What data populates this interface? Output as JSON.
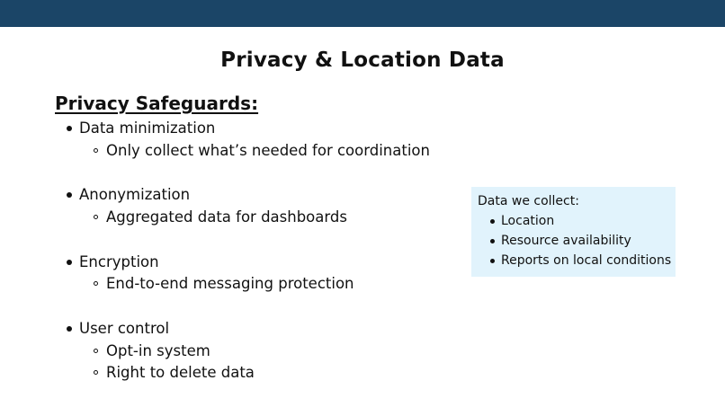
{
  "title": "Privacy & Location Data",
  "safeguards": {
    "heading": "Privacy Safeguards:",
    "groups": [
      {
        "label": "Data minimization",
        "subitems": [
          "Only collect what’s needed for coordination"
        ]
      },
      {
        "label": "Anonymization",
        "subitems": [
          "Aggregated data for dashboards"
        ]
      },
      {
        "label": "Encryption",
        "subitems": [
          "End-to-end messaging protection"
        ]
      },
      {
        "label": "User control",
        "subitems": [
          "Opt-in system",
          "Right to delete data"
        ]
      }
    ]
  },
  "collect_box": {
    "title": "Data we collect:",
    "items": [
      "Location",
      "Resource availability",
      "Reports on local conditions"
    ]
  },
  "colors": {
    "header_bar": "#1b4567",
    "box_background": "#e1f3fc"
  }
}
